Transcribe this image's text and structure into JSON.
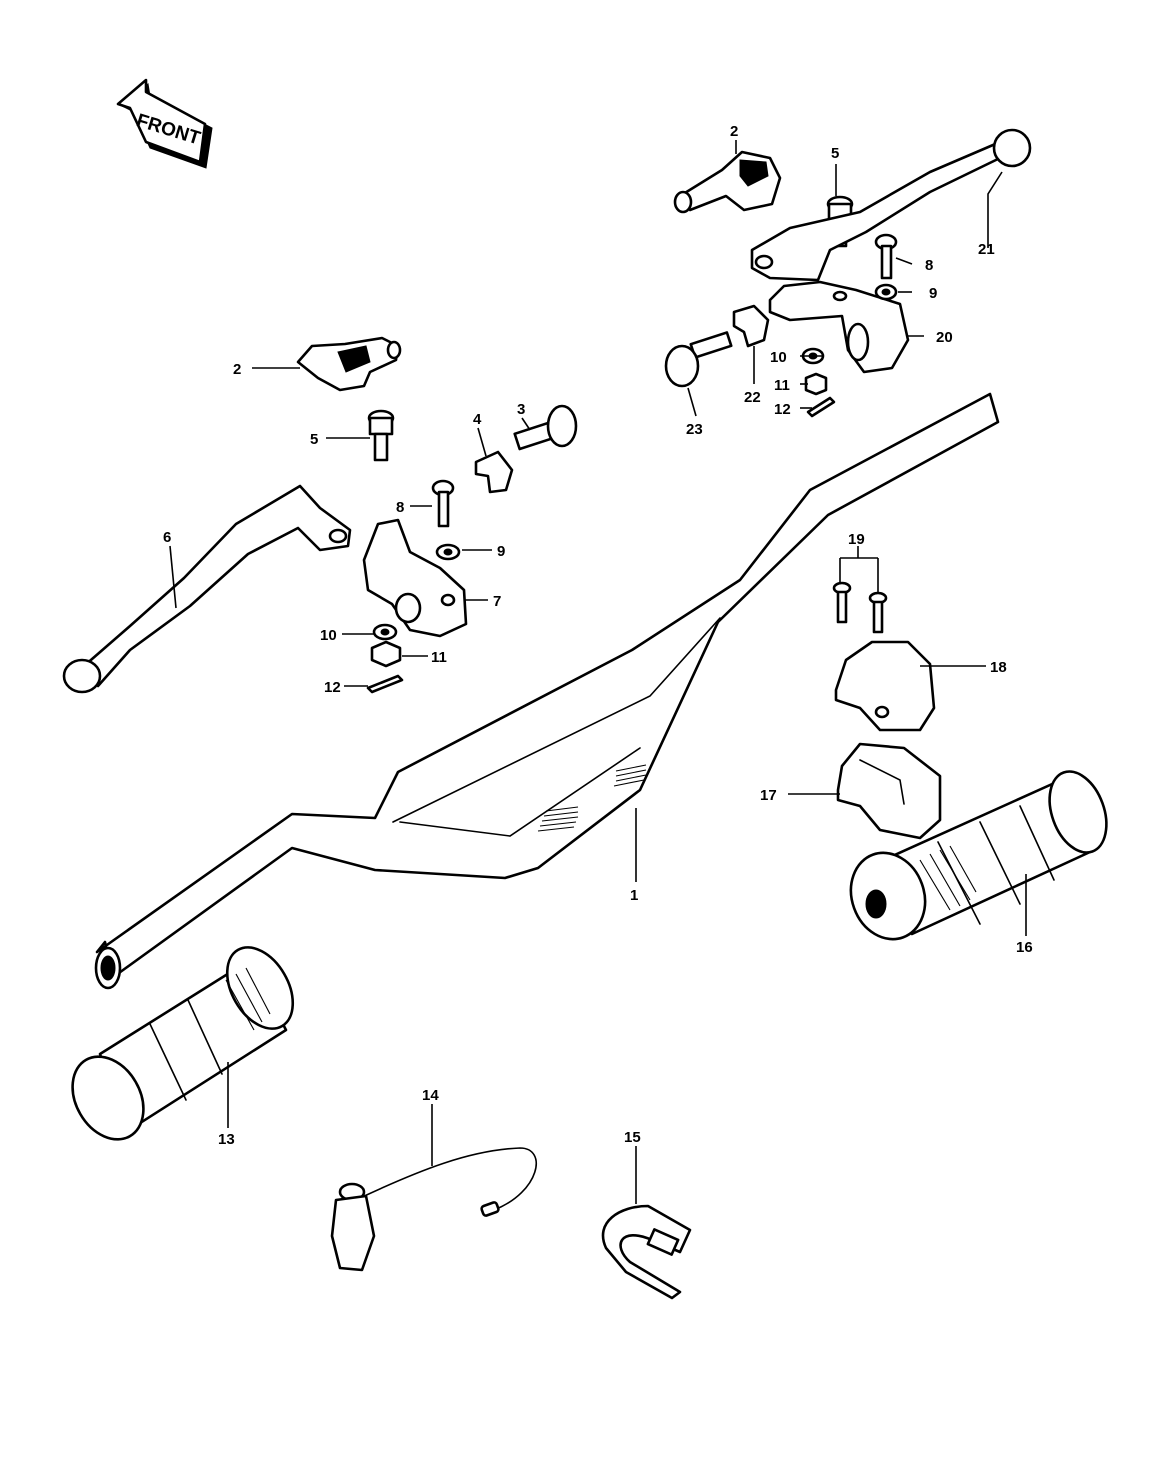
{
  "direction_label": "FRONT",
  "callouts": [
    {
      "id": "c1",
      "text": "1"
    },
    {
      "id": "c2a",
      "text": "2"
    },
    {
      "id": "c2b",
      "text": "2"
    },
    {
      "id": "c3",
      "text": "3"
    },
    {
      "id": "c4",
      "text": "4"
    },
    {
      "id": "c5a",
      "text": "5"
    },
    {
      "id": "c5b",
      "text": "5"
    },
    {
      "id": "c6",
      "text": "6"
    },
    {
      "id": "c7",
      "text": "7"
    },
    {
      "id": "c8a",
      "text": "8"
    },
    {
      "id": "c8b",
      "text": "8"
    },
    {
      "id": "c9a",
      "text": "9"
    },
    {
      "id": "c9b",
      "text": "9"
    },
    {
      "id": "c10a",
      "text": "10"
    },
    {
      "id": "c10b",
      "text": "10"
    },
    {
      "id": "c11a",
      "text": "11"
    },
    {
      "id": "c11b",
      "text": "11"
    },
    {
      "id": "c12a",
      "text": "12"
    },
    {
      "id": "c12b",
      "text": "12"
    },
    {
      "id": "c13",
      "text": "13"
    },
    {
      "id": "c14",
      "text": "14"
    },
    {
      "id": "c15",
      "text": "15"
    },
    {
      "id": "c16",
      "text": "16"
    },
    {
      "id": "c17",
      "text": "17"
    },
    {
      "id": "c18",
      "text": "18"
    },
    {
      "id": "c19",
      "text": "19"
    },
    {
      "id": "c20",
      "text": "20"
    },
    {
      "id": "c21",
      "text": "21"
    },
    {
      "id": "c22",
      "text": "22"
    },
    {
      "id": "c23",
      "text": "23"
    }
  ]
}
